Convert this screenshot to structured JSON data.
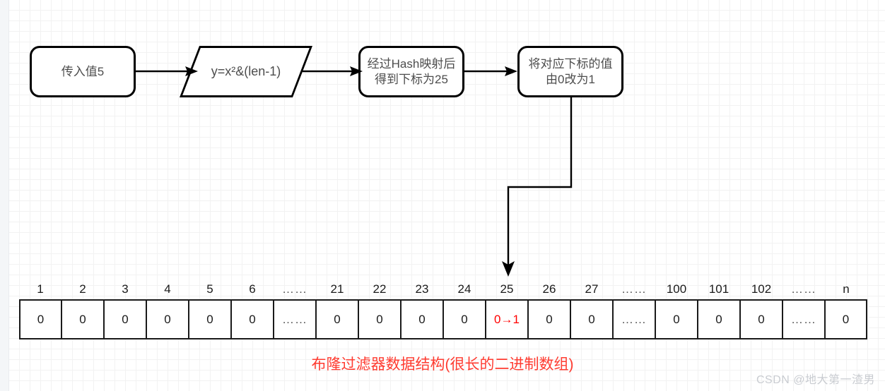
{
  "flow": {
    "nodes": [
      {
        "id": "input",
        "shape": "rounded-rect",
        "label": "传入值5"
      },
      {
        "id": "hash-func",
        "shape": "parallelogram",
        "label": "y=x²&(len-1)"
      },
      {
        "id": "hash-result",
        "shape": "rounded-rect",
        "label": "经过Hash映射后\n得到下标为25"
      },
      {
        "id": "set-bit",
        "shape": "rounded-rect",
        "label": "将对应下标的值\n由0改为1"
      }
    ],
    "connectors": [
      {
        "from": "input",
        "to": "hash-func"
      },
      {
        "from": "hash-func",
        "to": "hash-result"
      },
      {
        "from": "hash-result",
        "to": "set-bit"
      },
      {
        "from": "set-bit",
        "to": "array-cell-25"
      }
    ]
  },
  "array": {
    "headers": [
      "1",
      "2",
      "3",
      "4",
      "5",
      "6",
      "……",
      "21",
      "22",
      "23",
      "24",
      "25",
      "26",
      "27",
      "……",
      "100",
      "101",
      "102",
      "……",
      "n"
    ],
    "cells": [
      {
        "value": "0",
        "highlight": false
      },
      {
        "value": "0",
        "highlight": false
      },
      {
        "value": "0",
        "highlight": false
      },
      {
        "value": "0",
        "highlight": false
      },
      {
        "value": "0",
        "highlight": false
      },
      {
        "value": "0",
        "highlight": false
      },
      {
        "value": "……",
        "highlight": false
      },
      {
        "value": "0",
        "highlight": false
      },
      {
        "value": "0",
        "highlight": false
      },
      {
        "value": "0",
        "highlight": false
      },
      {
        "value": "0",
        "highlight": false
      },
      {
        "value": "0→1",
        "highlight": true
      },
      {
        "value": "0",
        "highlight": false
      },
      {
        "value": "0",
        "highlight": false
      },
      {
        "value": "……",
        "highlight": false
      },
      {
        "value": "0",
        "highlight": false
      },
      {
        "value": "0",
        "highlight": false
      },
      {
        "value": "0",
        "highlight": false
      },
      {
        "value": "……",
        "highlight": false
      },
      {
        "value": "0",
        "highlight": false
      }
    ]
  },
  "caption": "布隆过滤器数据结构(很长的二进制数组)",
  "watermark": "CSDN @地大第一渣男",
  "colors": {
    "highlight": "#ff0000",
    "caption": "#ff3b30",
    "stroke": "#000000",
    "node_text": "#4d4d4d",
    "grid_minor": "#f2f2f2",
    "grid_major": "#d9d9d9"
  }
}
